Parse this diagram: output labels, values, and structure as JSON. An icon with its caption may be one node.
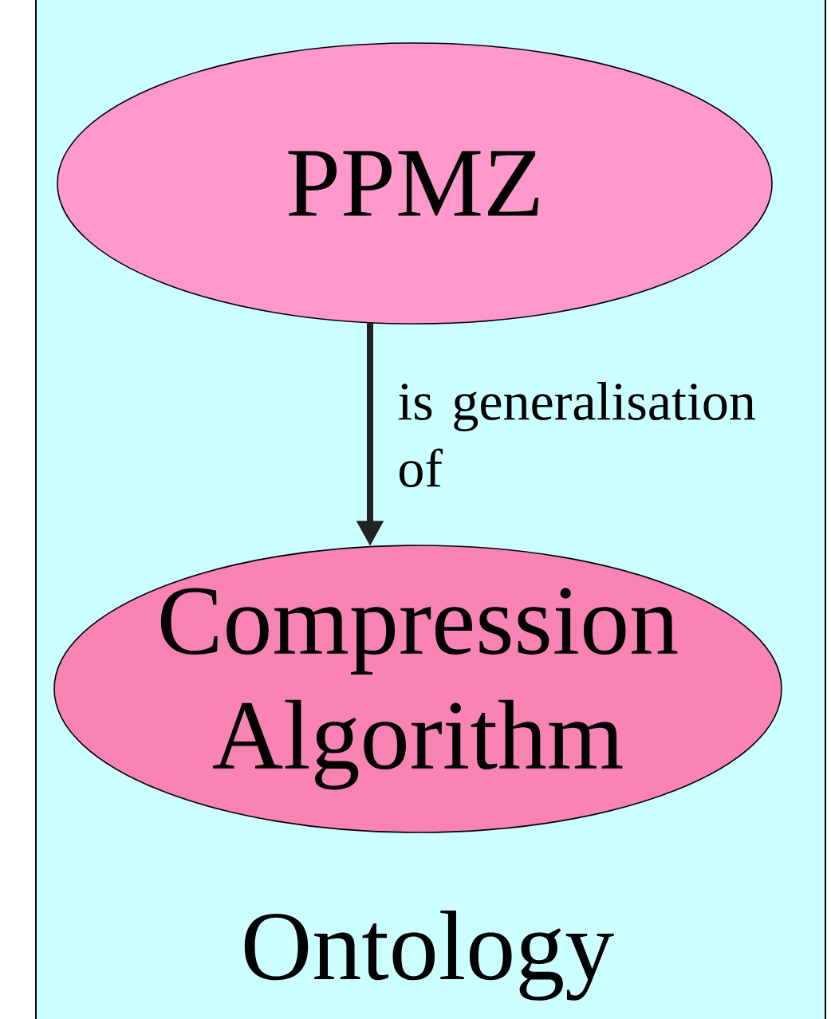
{
  "diagram": {
    "nodes": [
      {
        "text": [
          "Ontology"
        ]
      },
      {
        "text": [
          "PPMZ"
        ],
        "in": 0
      },
      {
        "text": [
          "Compression Algorithm"
        ],
        "in": 0
      }
    ],
    "edges": [
      {
        "from": 1,
        "to": 2,
        "arrow": "to",
        "label": "is generalisation of"
      }
    ]
  }
}
